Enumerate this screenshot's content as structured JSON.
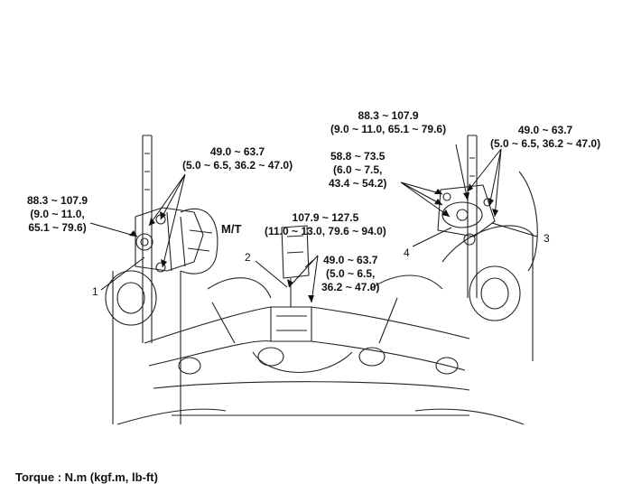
{
  "torques": {
    "left_upper": [
      "49.0 ~ 63.7",
      "(5.0 ~ 6.5, 36.2 ~ 47.0)"
    ],
    "left_mid": [
      "88.3 ~ 107.9",
      "(9.0 ~ 11.0,",
      "65.1 ~ 79.6)"
    ],
    "center_upper": [
      "107.9 ~ 127.5",
      "(11.0 ~ 13.0, 79.6 ~ 94.0)"
    ],
    "center_lower": [
      "49.0 ~ 63.7",
      "(5.0 ~ 6.5,",
      "36.2 ~ 47.0)"
    ],
    "right_top": [
      "88.3 ~ 107.9",
      "(9.0 ~ 11.0, 65.1 ~ 79.6)"
    ],
    "right_mid": [
      "58.8 ~ 73.5",
      "(6.0 ~ 7.5,",
      "43.4 ~ 54.2)"
    ],
    "right_far": [
      "49.0 ~ 63.7",
      "(5.0 ~ 6.5, 36.2 ~ 47.0)"
    ]
  },
  "callouts": {
    "one": "1",
    "two": "2",
    "three": "3",
    "four": "4"
  },
  "transmission_label": "M/T",
  "footer": "Torque : N.m (kgf.m, lb-ft)"
}
